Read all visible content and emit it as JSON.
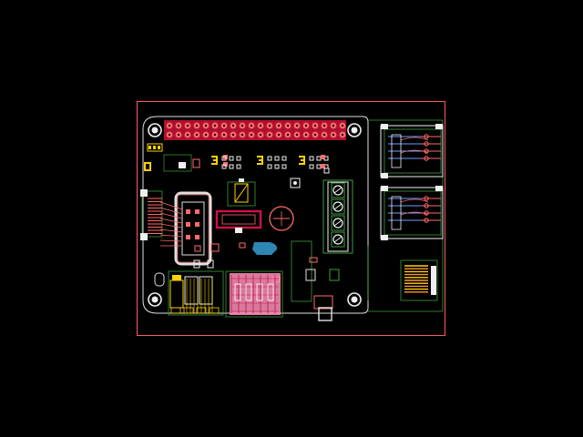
{
  "view": {
    "type": "pcb-layout",
    "background": "#000000"
  },
  "colors": {
    "board_outline": "#ff5a5a",
    "copper_top": "#b01030",
    "copper_pad": "#ff6a6a",
    "silkscreen": "#f0f0f0",
    "courtyard": "#3e9e3e",
    "drill": "#000000",
    "pad_gold": "#ffd200",
    "copper_blue": "#2f86b5",
    "pink_fill": "#ff8fb8"
  },
  "components": [
    {
      "name": "gpio-header",
      "kind": "2x20 pin header"
    },
    {
      "name": "usb-connector-upper",
      "kind": "usb-a dual stack"
    },
    {
      "name": "usb-connector-lower",
      "kind": "usb-a dual stack"
    },
    {
      "name": "screw-terminal-block",
      "kind": "4-pos terminal"
    },
    {
      "name": "electrolytic-capacitor",
      "kind": "capacitor"
    },
    {
      "name": "inductor",
      "kind": "inductor"
    },
    {
      "name": "mounting-holes",
      "kind": "mounting hole x4"
    },
    {
      "name": "ribbon-connector",
      "kind": "fpc connector"
    },
    {
      "name": "ethernet-pads",
      "kind": "pad array"
    }
  ]
}
